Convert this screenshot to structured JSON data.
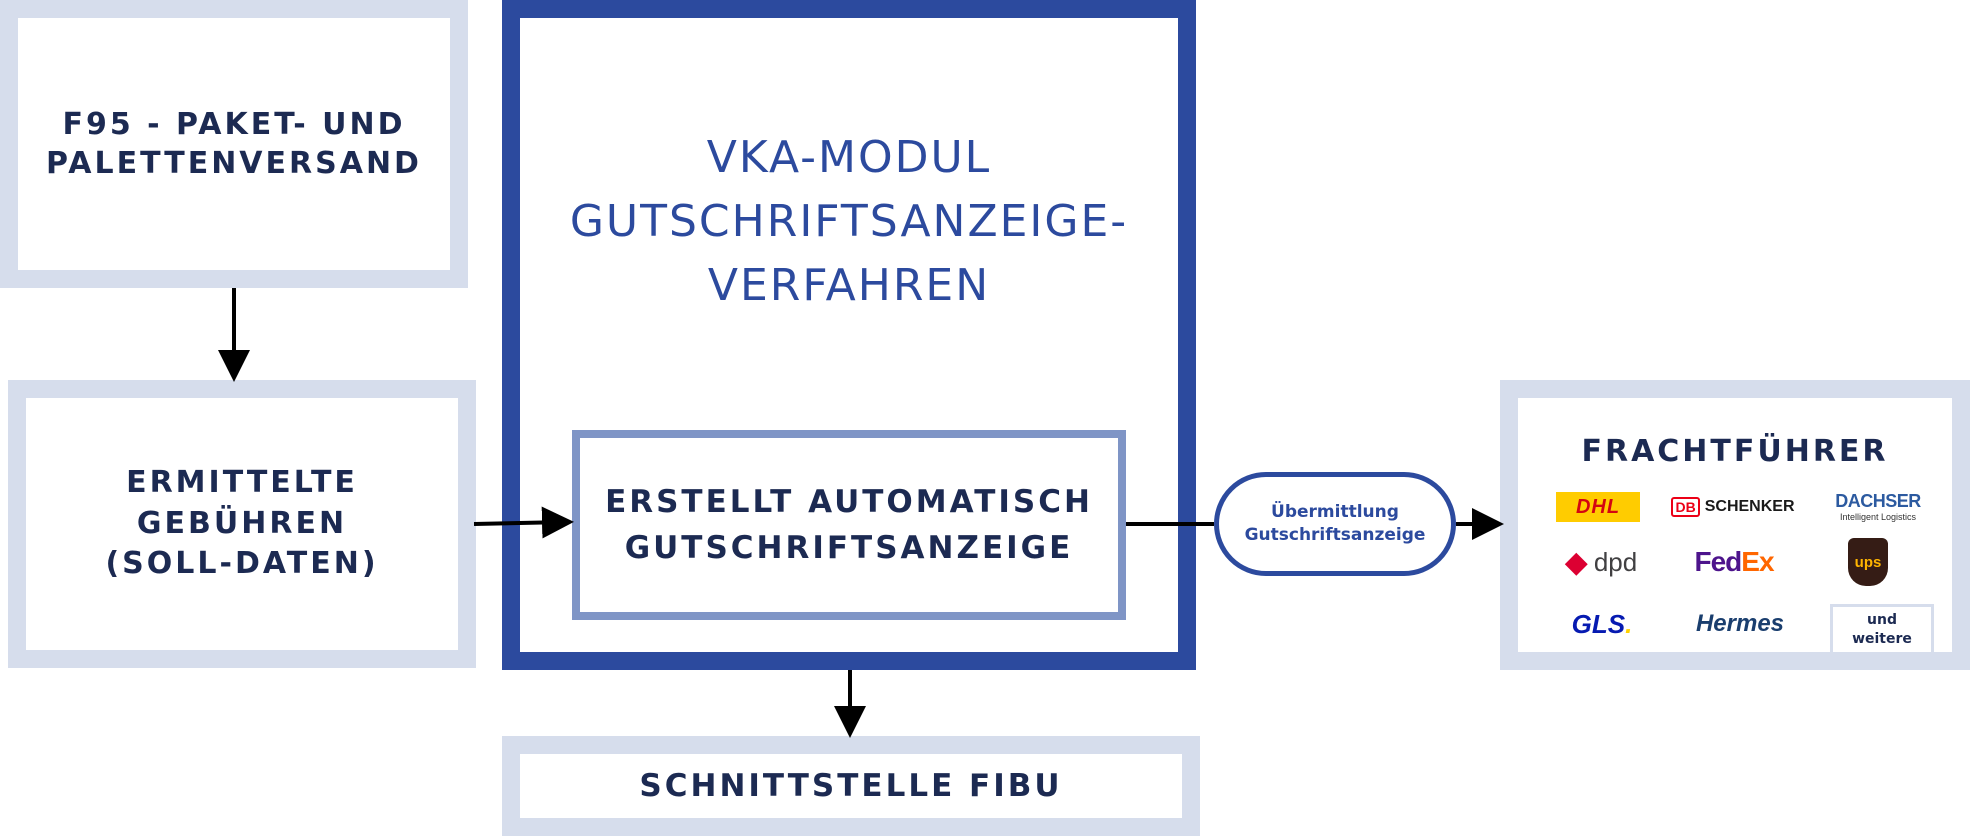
{
  "nodes": {
    "f95": {
      "line1": "F95 - PAKET- UND",
      "line2": "PALETTENVERSAND"
    },
    "fees": {
      "line1": "ERMITTELTE",
      "line2": "GEBÜHREN",
      "line3": "(SOLL-DATEN)"
    },
    "vka": {
      "line1": "VKA-MODUL",
      "line2": "GUTSCHRIFTSANZEIGE-",
      "line3": "VERFAHREN"
    },
    "create": {
      "line1": "ERSTELLT AUTOMATISCH",
      "line2": "GUTSCHRIFTSANZEIGE"
    },
    "fibu": {
      "label": "SCHNITTSTELLE FIBU"
    },
    "transfer": {
      "line1": "Übermittlung",
      "line2": "Gutschriftsanzeige"
    },
    "carriers": {
      "title": "FRACHTFÜHRER"
    }
  },
  "carrier_logos": {
    "dhl": {
      "text": "DHL",
      "icon": "dhl-logo"
    },
    "schenker": {
      "db": "DB",
      "text": "SCHENKER",
      "icon": "db-schenker-logo"
    },
    "dachser": {
      "text": "DACHSER",
      "sub": "Intelligent Logistics",
      "icon": "dachser-logo"
    },
    "dpd": {
      "text": "dpd",
      "icon": "dpd-logo"
    },
    "fedex": {
      "fed": "Fed",
      "ex": "Ex",
      "icon": "fedex-logo"
    },
    "ups": {
      "text": "ups",
      "icon": "ups-logo"
    },
    "gls": {
      "text": "GLS",
      "icon": "gls-logo"
    },
    "hermes": {
      "text": "Hermes",
      "icon": "hermes-logo"
    },
    "more": {
      "line1": "und",
      "line2": "weitere"
    }
  },
  "colors": {
    "dark_navy": "#1c2a52",
    "primary_blue": "#2c4a9e",
    "light_border": "#d6ddec",
    "mid_border": "#7f95c6"
  }
}
